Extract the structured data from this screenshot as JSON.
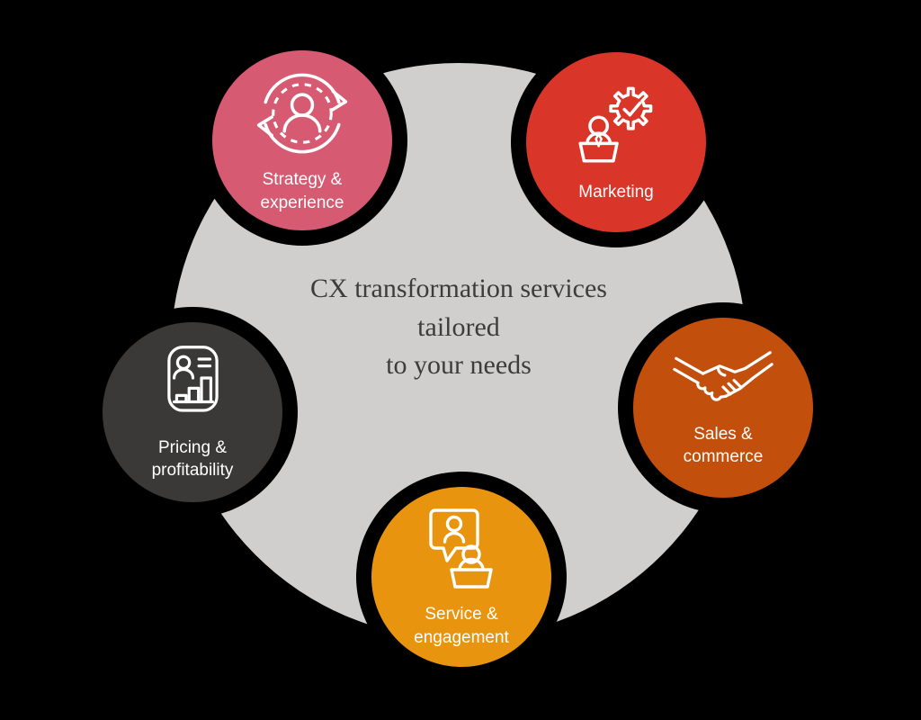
{
  "center": {
    "title": "CX transformation services\ntailored\nto your needs"
  },
  "colors": {
    "background": "#000000",
    "center_circle": "#d0cfce",
    "title_text": "#3c3c3c",
    "label_text": "#ffffff",
    "strategy_experience": "#d65b72",
    "marketing": "#d93528",
    "sales_commerce": "#c24f0c",
    "service_engagement": "#e8940e",
    "pricing_profitability": "#3a3938"
  },
  "nodes": [
    {
      "id": "strategy-experience",
      "label": "Strategy &\nexperience",
      "color": "#d65b72",
      "icon": "person-renewal-cycle-icon"
    },
    {
      "id": "marketing",
      "label": "Marketing",
      "color": "#d93528",
      "icon": "presenter-gear-check-icon"
    },
    {
      "id": "sales-commerce",
      "label": "Sales &\ncommerce",
      "color": "#c24f0c",
      "icon": "handshake-icon"
    },
    {
      "id": "service-engagement",
      "label": "Service &\nengagement",
      "color": "#e8940e",
      "icon": "chat-bubble-support-icon"
    },
    {
      "id": "pricing-profitability",
      "label": "Pricing &\nprofitability",
      "color": "#3a3938",
      "icon": "profile-bar-chart-card-icon"
    }
  ]
}
